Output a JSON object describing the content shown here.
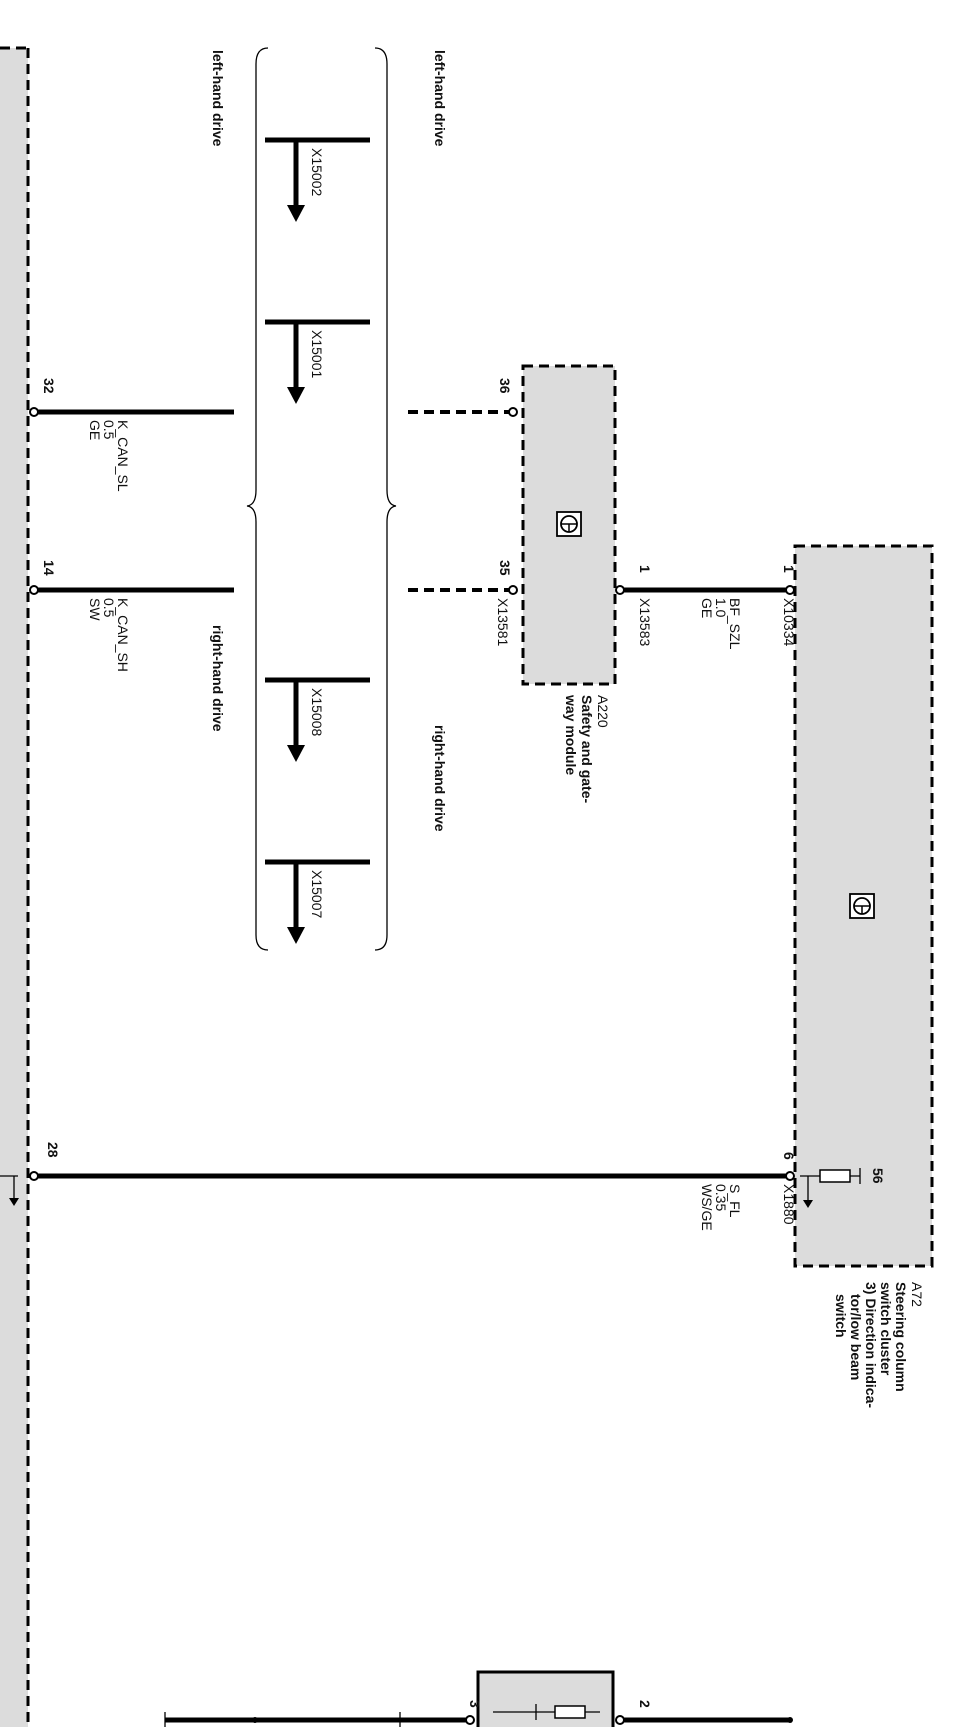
{
  "region_labels": {
    "lhd_left": "left-hand drive",
    "lhd_right": "left-hand drive",
    "rhd_left": "right-hand drive",
    "rhd_right": "right-hand drive"
  },
  "connectors": {
    "x15002": "X15002",
    "x15001": "X15001",
    "x15008": "X15008",
    "x15007": "X15007",
    "x13581": "X13581",
    "x13583": "X13583",
    "x10334": "X10334",
    "x1880": "X1880"
  },
  "pins": {
    "p36": "36",
    "p35": "35",
    "p1a": "1",
    "p1b": "1",
    "p32": "32",
    "p14": "14",
    "p28": "28",
    "p6": "6",
    "p56": "56",
    "p2": "2",
    "p3": "3"
  },
  "wires": {
    "kcan_sl": {
      "name": "K_CAN_SL",
      "size": "0.5",
      "color": "GE"
    },
    "kcan_sh": {
      "name": "K_CAN_SH",
      "size": "0.5",
      "color": "SW"
    },
    "bf_szl": {
      "name": "BF_SZL",
      "size": "1.0",
      "color": "GE"
    },
    "s_fl": {
      "name": "S_FL",
      "size": "0.35",
      "color": "WS/GE"
    }
  },
  "modules": {
    "a220": {
      "id": "A220",
      "line1": "Safety and gate-",
      "line2": "way module"
    },
    "a72": {
      "id": "A72",
      "line1": "Steering column",
      "line2": "switch cluster",
      "line3": "3) Direction indica-",
      "line4": "tor/low beam",
      "line5": "switch"
    }
  },
  "icons": {
    "module_symbol": "control-unit-symbol-icon",
    "connector_arrow": "arrow-down-icon",
    "resistor": "resistor-icon",
    "ground": "ground-arrow-icon"
  },
  "colors": {
    "module_fill": "#dcdcdc",
    "wire": "#000000",
    "background": "#ffffff"
  }
}
